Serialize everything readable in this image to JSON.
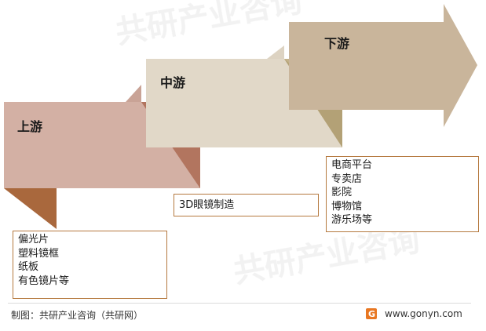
{
  "stages": {
    "upstream": {
      "title": "上游",
      "items": [
        "偏光片",
        "塑料镜框",
        "纸板",
        "有色镜片等"
      ]
    },
    "midstream": {
      "title": "中游",
      "items": [
        "3D眼镜制造"
      ]
    },
    "downstream": {
      "title": "下游",
      "items": [
        "电商平台",
        "专卖店",
        "影院",
        "博物馆",
        "游乐场等"
      ]
    }
  },
  "footer": {
    "source": "制图：共研产业咨询（共研网）",
    "website": "www.gonyn.com"
  },
  "watermark": "共研产业咨询",
  "colors": {
    "upstream_fill": "#d3b0a4",
    "upstream_fold": "#a9654b",
    "midstream_fill": "#e1d8c8",
    "midstream_fold": "#b47a64",
    "downstream_fill": "#c9b59b",
    "downstream_fold": "#a89666",
    "box_border": "#b5793f"
  }
}
